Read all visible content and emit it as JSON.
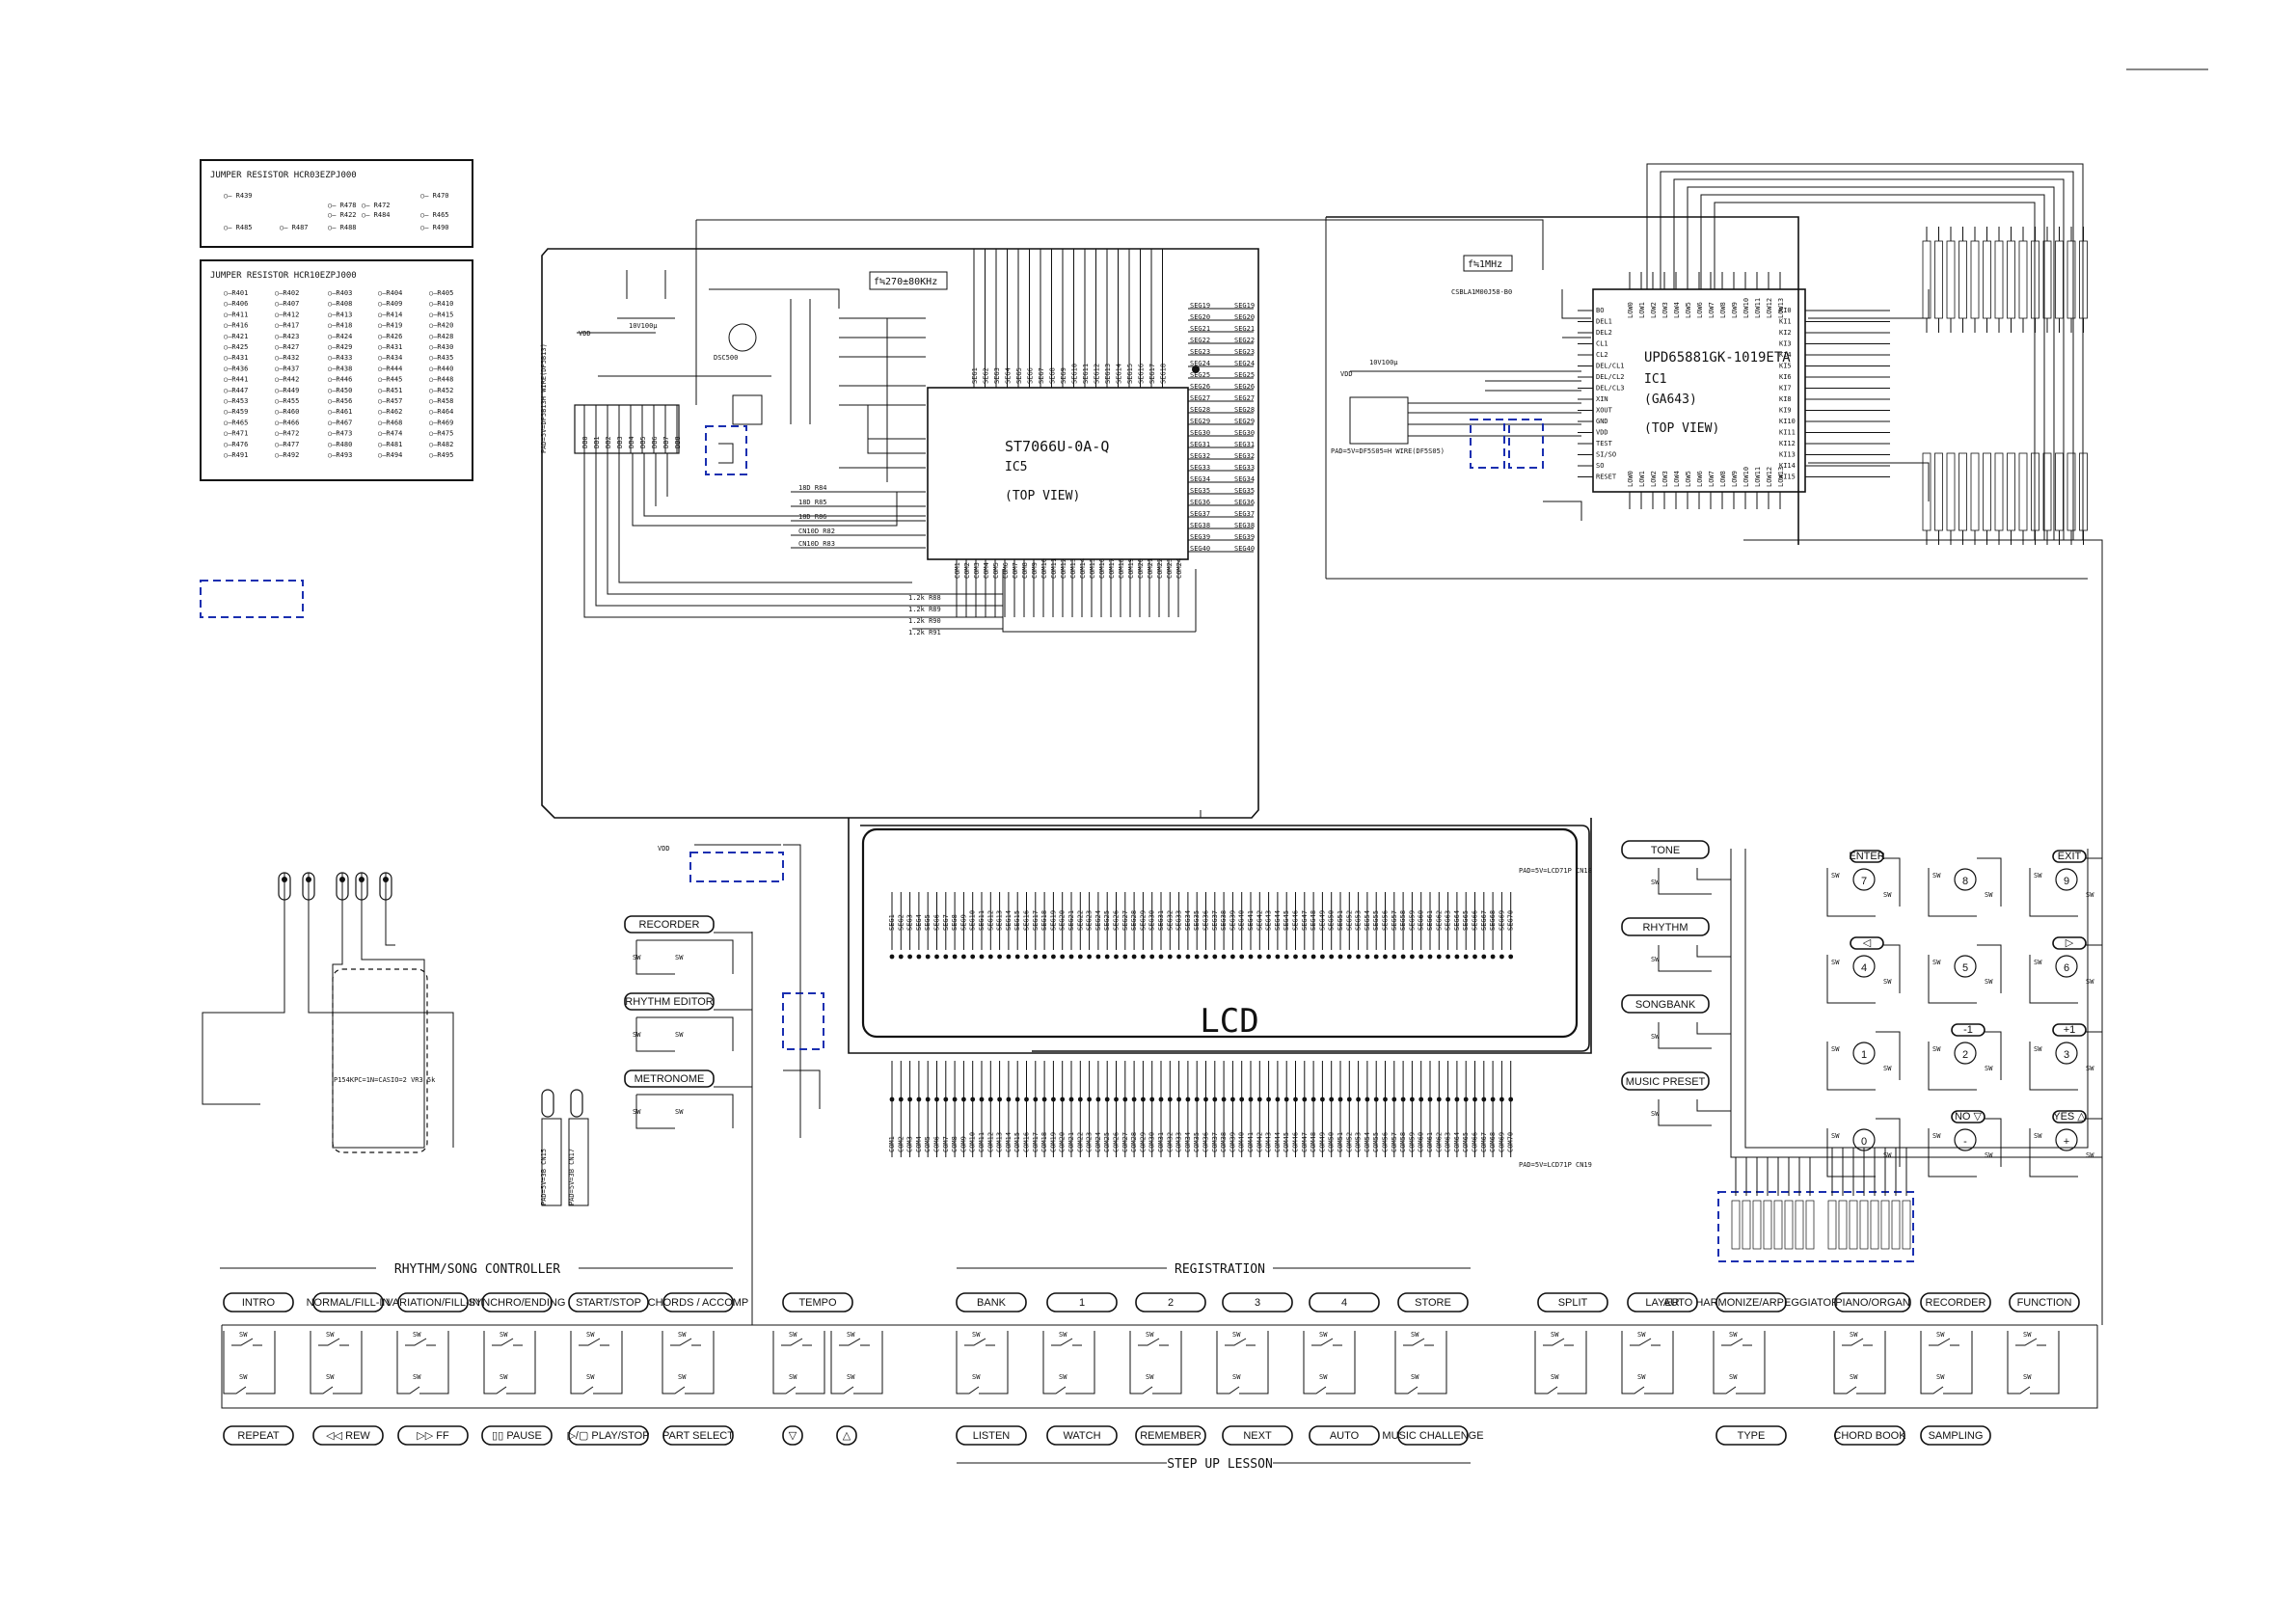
{
  "jumper_box_1": {
    "title": "JUMPER RESISTOR  HCR03EZPJ000",
    "items": [
      "R439",
      "R478",
      "R472",
      "R470",
      "R422",
      "R484",
      "R465",
      "R485",
      "R487",
      "R488",
      "R490"
    ]
  },
  "jumper_box_2": {
    "title": "JUMPER RESISTOR  HCR10EZPJ000",
    "items": [
      "R401",
      "R402",
      "R403",
      "R404",
      "R405",
      "R406",
      "R407",
      "R408",
      "R409",
      "R410",
      "R411",
      "R412",
      "R413",
      "R414",
      "R415",
      "R416",
      "R417",
      "R418",
      "R419",
      "R420",
      "R421",
      "R423",
      "R424",
      "R426",
      "R428",
      "R425",
      "R427",
      "R429",
      "R431",
      "R430",
      "R431",
      "R432",
      "R433",
      "R434",
      "R435",
      "R436",
      "R437",
      "R438",
      "R444",
      "R440",
      "R441",
      "R442",
      "R446",
      "R445",
      "R448",
      "R447",
      "R449",
      "R450",
      "R451",
      "R452",
      "R453",
      "R455",
      "R456",
      "R457",
      "R458",
      "R459",
      "R460",
      "R461",
      "R462",
      "R464",
      "R465",
      "R466",
      "R467",
      "R468",
      "R469",
      "R471",
      "R472",
      "R473",
      "R474",
      "R475",
      "R476",
      "R477",
      "R480",
      "R481",
      "R482",
      "R491",
      "R492",
      "R493",
      "R494",
      "R495"
    ]
  },
  "ic5": {
    "part": "ST7066U-0A-Q",
    "ref": "IC5",
    "view": "(TOP VIEW)",
    "freq": "f≒270±80KHz"
  },
  "ic1": {
    "part": "UPD65881GK-1019ETA",
    "ref": "IC1",
    "code": "(GA643)",
    "view": "(TOP VIEW)",
    "freq": "f≒1MHz",
    "crystal": "CSBLA1M00J58-B0"
  },
  "connectors": {
    "cn16": "PAD=5V=DF5B13H\nWIRE(DF5B13)",
    "cn18": "PAD=5V=LCD71P\nCN18",
    "cn19": "PAD=5V=LCD71P\nCN19",
    "cn20": "PAD=5V=DF5S05=H\nWIRE(DF5S05)",
    "cn15": "PAD=5V=3B\nCN15",
    "cn17": "PAD=5V=3B\nCN17",
    "vr": "P154KPC=1N=CASIO=2\nVR3 5k"
  },
  "mode_labels": [
    "TONE",
    "RHYTHM",
    "SONGBANK",
    "MUSIC PRESET"
  ],
  "left_labels": [
    "RECORDER",
    "RHYTHM EDITOR",
    "METRONOME"
  ],
  "lcd_label": "LCD",
  "section_titles": {
    "rhythm": "RHYTHM/SONG CONTROLLER",
    "registration": "REGISTRATION",
    "step_up": "STEP UP LESSON"
  },
  "top_buttons": [
    "INTRO",
    "NORMAL/FILL-IN",
    "VARIATION/FILL-IN",
    "SYNCHRO/ENDING",
    "START/STOP",
    "CHORDS / ACCOMP",
    "TEMPO",
    "BANK",
    "1",
    "2",
    "3",
    "4",
    "STORE",
    "SPLIT",
    "LAYER",
    "AUTO HARMONIZE/ARPEGGIATOR",
    "PIANO/ORGAN",
    "RECORDER",
    "FUNCTION"
  ],
  "bottom_buttons": [
    "REPEAT",
    "◁◁  REW",
    "▷▷  FF",
    "▯▯  PAUSE",
    "▷/▢  PLAY/STOP",
    "PART SELECT",
    "▽",
    "△",
    "LISTEN",
    "WATCH",
    "REMEMBER",
    "NEXT",
    "AUTO",
    "MUSIC CHALLENGE",
    "TYPE",
    "CHORD BOOK",
    "SAMPLING"
  ],
  "keypad": [
    {
      "num": "7",
      "tag": "ENTER"
    },
    {
      "num": "8",
      "tag": ""
    },
    {
      "num": "9",
      "tag": "EXIT"
    },
    {
      "num": "4",
      "tag": "◁"
    },
    {
      "num": "5",
      "tag": ""
    },
    {
      "num": "6",
      "tag": "▷"
    },
    {
      "num": "1",
      "tag": ""
    },
    {
      "num": "2",
      "tag": "-1"
    },
    {
      "num": "3",
      "tag": "+1"
    },
    {
      "num": "0",
      "tag": ""
    },
    {
      "num": "-",
      "tag": "NO ▽"
    },
    {
      "num": "+",
      "tag": "YES △"
    }
  ],
  "power_labels": [
    "VDD",
    "VDD",
    "VDD",
    "VDD"
  ]
}
